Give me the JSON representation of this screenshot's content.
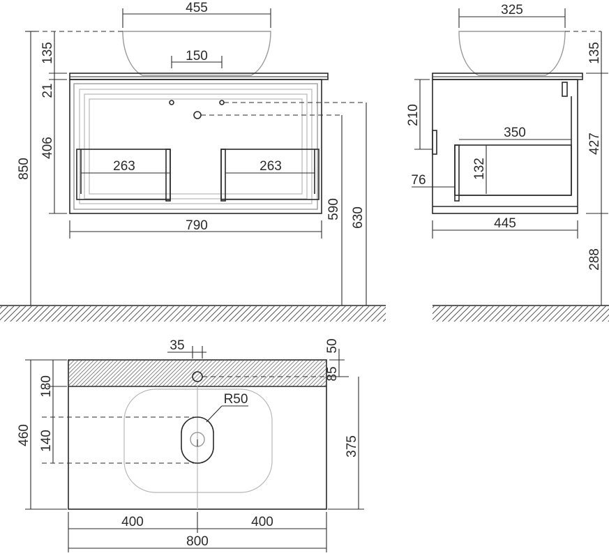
{
  "front_view": {
    "basin_width": "455",
    "basin_height": "135",
    "drain_spacing": "150",
    "top_thickness": "21",
    "cabinet_height": "406",
    "total_height": "850",
    "drawer_left_width": "263",
    "drawer_right_width": "263",
    "cabinet_width": "790",
    "height_590": "590",
    "height_630": "630"
  },
  "side_view": {
    "basin_width": "325",
    "basin_height": "135",
    "drawer_front_height": "210",
    "height_427": "427",
    "drawer_depth": "350",
    "drawer_inner_height": "132",
    "offset_76": "76",
    "depth": "445",
    "floor_clearance": "288"
  },
  "top_view": {
    "hole_offset": "35",
    "edge_50": "50",
    "edge_85": "85",
    "back_strip": "180",
    "radius": "R50",
    "depth": "460",
    "oval_height": "140",
    "basin_center_depth": "375",
    "half_left": "400",
    "half_right": "400",
    "total_width": "800"
  }
}
